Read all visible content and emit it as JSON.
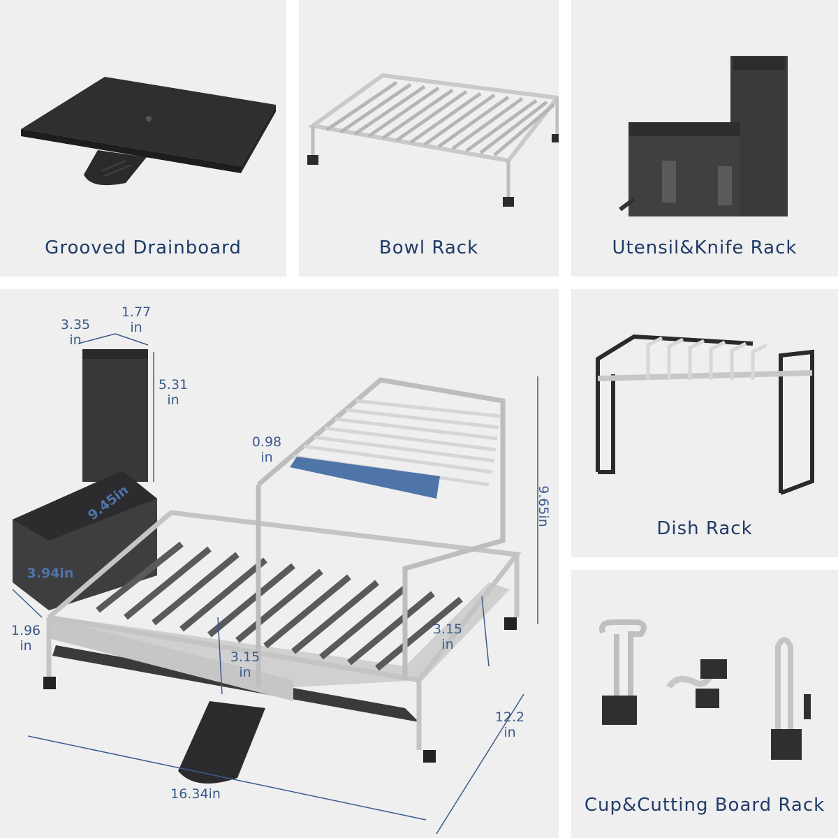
{
  "panels": {
    "drainboard": {
      "label": "Grooved Drainboard"
    },
    "bowl_rack": {
      "label": "Bowl Rack"
    },
    "utensil_rack": {
      "label": "Utensil&Knife Rack"
    },
    "dish_rack": {
      "label": "Dish Rack"
    },
    "cup_board_rack": {
      "label": "Cup&Cutting Board Rack"
    }
  },
  "dimensions": {
    "holder_width": "3.35",
    "holder_width_unit": "in",
    "holder_depth": "1.77",
    "holder_depth_unit": "in",
    "holder_height": "5.31",
    "holder_height_unit": "in",
    "caddy_length": "9.45in",
    "caddy_height": "3.94in",
    "side_gap": "1.96",
    "side_gap_unit": "in",
    "slot_gap": "0.98",
    "slot_gap_unit": "in",
    "total_height": "9.65in",
    "lower_clearance_left": "3.15",
    "lower_clearance_left_unit": "in",
    "lower_clearance_right": "3.15",
    "lower_clearance_right_unit": "in",
    "depth": "12.2",
    "depth_unit": "in",
    "width": "16.34in"
  },
  "colors": {
    "label_text": "#1f3a68",
    "dimension_text": "#3a5a8c",
    "panel_bg": "#efefef",
    "dark_plastic": "#3b3b3e",
    "steel": "#c9c9c9",
    "accent_blue": "#4f74a8"
  }
}
